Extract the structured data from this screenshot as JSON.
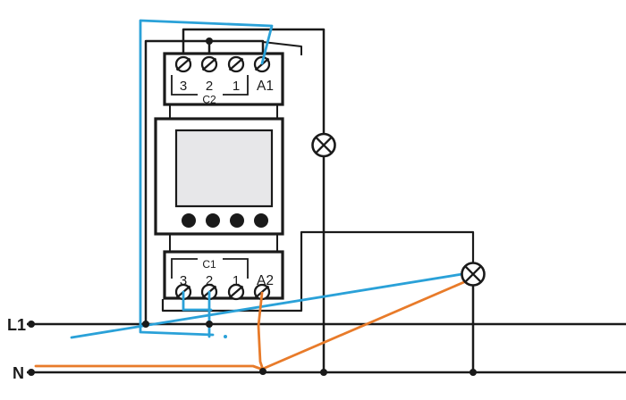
{
  "diagram": {
    "type": "electrical-wiring-diagram",
    "device": "2-channel digital time switch",
    "power": {
      "line_label": "L1",
      "neutral_label": "N"
    },
    "top_terminal_block": {
      "channel_label": "C2",
      "terminals": [
        "3",
        "2",
        "1"
      ],
      "coil_terminal": "A1"
    },
    "bottom_terminal_block": {
      "channel_label": "C1",
      "terminals": [
        "3",
        "2",
        "1"
      ],
      "coil_terminal": "A2"
    },
    "lamps": {
      "count": 2,
      "symbol": "circle-with-cross"
    },
    "display": {
      "buttons": 4
    },
    "colors": {
      "wire_black": "#1a1a1a",
      "wire_blue": "#2aa1d8",
      "wire_orange": "#e87b2a",
      "display_fill": "#e7e7e9"
    }
  }
}
